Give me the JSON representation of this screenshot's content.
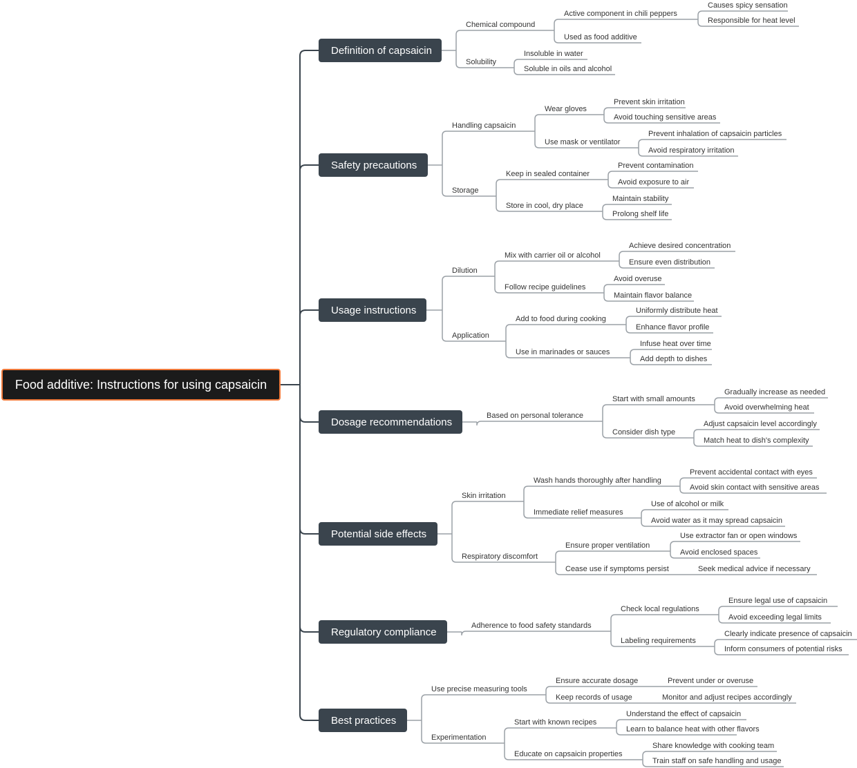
{
  "root": {
    "label": "Food additive: Instructions for using capsaicin"
  },
  "colors": {
    "root_bg": "#1b1b1b",
    "root_border": "#f07a3c",
    "main_bg": "#3a444d",
    "trunk_line": "#3a444d",
    "branch_line": "#9aa0a6",
    "text": "#333333"
  },
  "branches": [
    {
      "label": "Definition of capsaicin",
      "children": [
        {
          "label": "Chemical compound",
          "children": [
            {
              "label": "Active component in chili peppers",
              "children": [
                {
                  "label": "Causes spicy sensation"
                },
                {
                  "label": "Responsible for heat level"
                }
              ]
            },
            {
              "label": "Used as food additive"
            }
          ]
        },
        {
          "label": "Solubility",
          "children": [
            {
              "label": "Insoluble in water"
            },
            {
              "label": "Soluble in oils and alcohol"
            }
          ]
        }
      ]
    },
    {
      "label": "Safety precautions",
      "children": [
        {
          "label": "Handling capsaicin",
          "children": [
            {
              "label": "Wear gloves",
              "children": [
                {
                  "label": "Prevent skin irritation"
                },
                {
                  "label": "Avoid touching sensitive areas"
                }
              ]
            },
            {
              "label": "Use mask or ventilator",
              "children": [
                {
                  "label": "Prevent inhalation of capsaicin particles"
                },
                {
                  "label": "Avoid respiratory irritation"
                }
              ]
            }
          ]
        },
        {
          "label": "Storage",
          "children": [
            {
              "label": "Keep in sealed container",
              "children": [
                {
                  "label": "Prevent contamination"
                },
                {
                  "label": "Avoid exposure to air"
                }
              ]
            },
            {
              "label": "Store in cool, dry place",
              "children": [
                {
                  "label": "Maintain stability"
                },
                {
                  "label": "Prolong shelf life"
                }
              ]
            }
          ]
        }
      ]
    },
    {
      "label": "Usage instructions",
      "children": [
        {
          "label": "Dilution",
          "children": [
            {
              "label": "Mix with carrier oil or alcohol",
              "children": [
                {
                  "label": "Achieve desired concentration"
                },
                {
                  "label": "Ensure even distribution"
                }
              ]
            },
            {
              "label": "Follow recipe guidelines",
              "children": [
                {
                  "label": "Avoid overuse"
                },
                {
                  "label": "Maintain flavor balance"
                }
              ]
            }
          ]
        },
        {
          "label": "Application",
          "children": [
            {
              "label": "Add to food during cooking",
              "children": [
                {
                  "label": "Uniformly distribute heat"
                },
                {
                  "label": "Enhance flavor profile"
                }
              ]
            },
            {
              "label": "Use in marinades or sauces",
              "children": [
                {
                  "label": "Infuse heat over time"
                },
                {
                  "label": "Add depth to dishes"
                }
              ]
            }
          ]
        }
      ]
    },
    {
      "label": "Dosage recommendations",
      "children": [
        {
          "label": "Based on personal tolerance",
          "children": [
            {
              "label": "Start with small amounts",
              "children": [
                {
                  "label": "Gradually increase as needed"
                },
                {
                  "label": "Avoid overwhelming heat"
                }
              ]
            },
            {
              "label": "Consider dish type",
              "children": [
                {
                  "label": "Adjust capsaicin level accordingly"
                },
                {
                  "label": "Match heat to dish's complexity"
                }
              ]
            }
          ]
        }
      ]
    },
    {
      "label": "Potential side effects",
      "children": [
        {
          "label": "Skin irritation",
          "children": [
            {
              "label": "Wash hands thoroughly after handling",
              "children": [
                {
                  "label": "Prevent accidental contact with eyes"
                },
                {
                  "label": "Avoid skin contact with sensitive areas"
                }
              ]
            },
            {
              "label": "Immediate relief measures",
              "children": [
                {
                  "label": "Use of alcohol or milk"
                },
                {
                  "label": "Avoid water as it may spread capsaicin"
                }
              ]
            }
          ]
        },
        {
          "label": "Respiratory discomfort",
          "children": [
            {
              "label": "Ensure proper ventilation",
              "children": [
                {
                  "label": "Use extractor fan or open windows"
                },
                {
                  "label": "Avoid enclosed spaces"
                }
              ]
            },
            {
              "label": "Cease use if symptoms persist",
              "children": [
                {
                  "label": "Seek medical advice if necessary"
                }
              ]
            }
          ]
        }
      ]
    },
    {
      "label": "Regulatory compliance",
      "children": [
        {
          "label": "Adherence to food safety standards",
          "children": [
            {
              "label": "Check local regulations",
              "children": [
                {
                  "label": "Ensure legal use of capsaicin"
                },
                {
                  "label": "Avoid exceeding legal limits"
                }
              ]
            },
            {
              "label": "Labeling requirements",
              "children": [
                {
                  "label": "Clearly indicate presence of capsaicin"
                },
                {
                  "label": "Inform consumers of potential risks"
                }
              ]
            }
          ]
        }
      ]
    },
    {
      "label": "Best practices",
      "children": [
        {
          "label": "Use precise measuring tools",
          "children": [
            {
              "label": "Ensure accurate dosage",
              "children": [
                {
                  "label": "Prevent under or overuse"
                }
              ]
            },
            {
              "label": "Keep records of usage",
              "children": [
                {
                  "label": "Monitor and adjust recipes accordingly"
                }
              ]
            }
          ]
        },
        {
          "label": "Experimentation",
          "children": [
            {
              "label": "Start with known recipes",
              "children": [
                {
                  "label": "Understand the effect of capsaicin"
                },
                {
                  "label": "Learn to balance heat with other flavors"
                }
              ]
            },
            {
              "label": "Educate on capsaicin properties",
              "children": [
                {
                  "label": "Share knowledge with cooking team"
                },
                {
                  "label": "Train staff on safe handling and usage"
                }
              ]
            }
          ]
        }
      ]
    }
  ]
}
